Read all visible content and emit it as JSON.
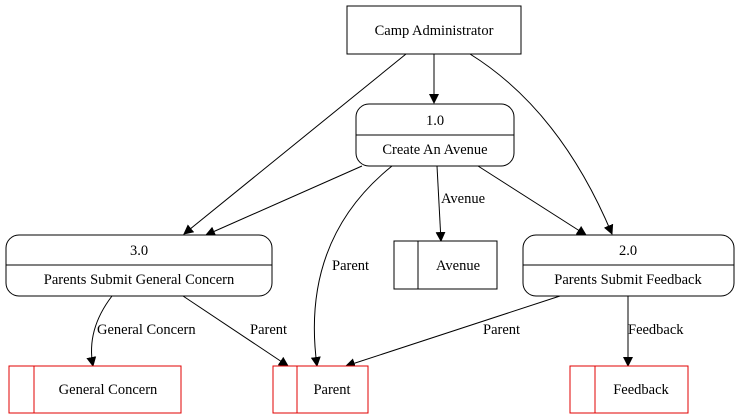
{
  "external_entity": {
    "name": "Camp Administrator"
  },
  "processes": {
    "create_avenue": {
      "id": "1.0",
      "name": "Create An Avenue"
    },
    "submit_feedback": {
      "id": "2.0",
      "name": "Parents Submit Feedback"
    },
    "submit_concern": {
      "id": "3.0",
      "name": "Parents Submit General Concern"
    }
  },
  "data_stores": {
    "avenue": {
      "name": "Avenue"
    },
    "general_concern": {
      "name": "General Concern"
    },
    "parent": {
      "name": "Parent"
    },
    "feedback": {
      "name": "Feedback"
    }
  },
  "flow_labels": {
    "create_to_avenue": "Avenue",
    "create_to_parent": "Parent",
    "concern_to_general_concern": "General Concern",
    "concern_to_parent": "Parent",
    "feedback_to_parent": "Parent",
    "feedback_to_feedback": "Feedback"
  },
  "colors": {
    "line": "#000000",
    "output_store_border": "#e00000",
    "background": "#ffffff"
  }
}
